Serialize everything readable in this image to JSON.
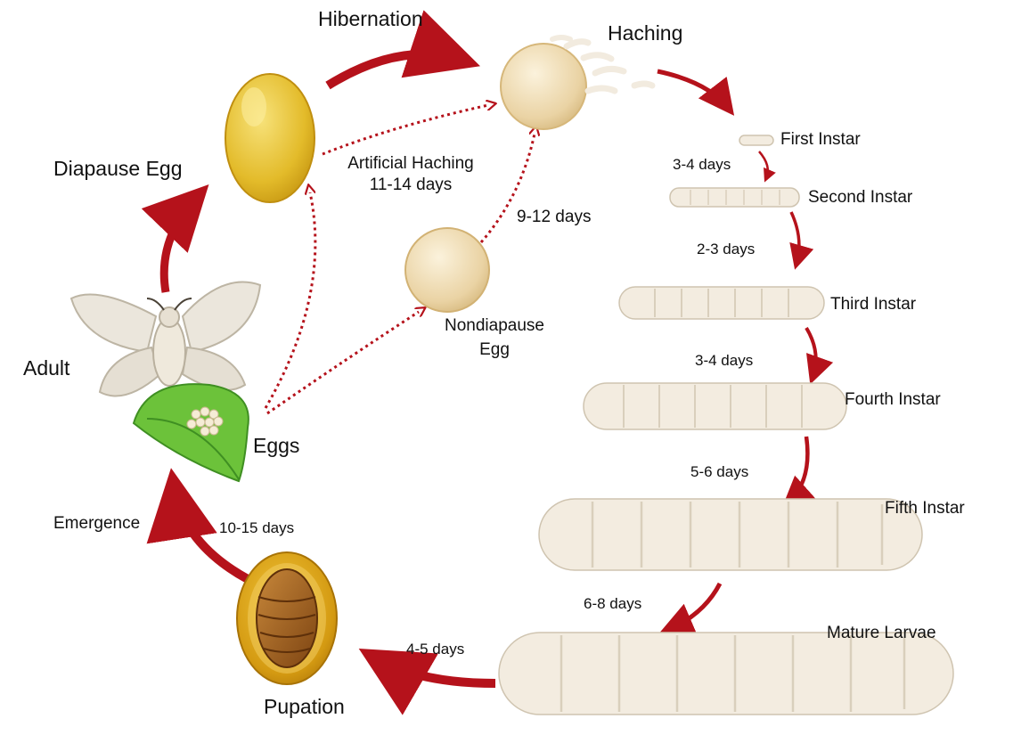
{
  "labels": {
    "hibernation": "Hibernation",
    "hatching": "Haching",
    "diapause_egg": "Diapause Egg",
    "artificial_hatching": "Artificial Haching",
    "artificial_days": "11-14 days",
    "nondiapause_egg_line1": "Nondiapause",
    "nondiapause_egg_line2": "Egg",
    "nondiapause_days": "9-12 days",
    "adult": "Adult",
    "eggs": "Eggs",
    "emergence": "Emergence",
    "emergence_days": "10-15 days",
    "pupation": "Pupation",
    "pupation_days": "4-5 days"
  },
  "instars": [
    {
      "name": "First Instar",
      "days_after": "3-4 days"
    },
    {
      "name": "Second Instar",
      "days_after": "2-3 days"
    },
    {
      "name": "Third Instar",
      "days_after": "3-4 days"
    },
    {
      "name": "Fourth Instar",
      "days_after": "5-6 days"
    },
    {
      "name": "Fifth Instar",
      "days_after": "6-8 days"
    },
    {
      "name": "Mature Larvae",
      "days_after": ""
    }
  ],
  "colors": {
    "arrow": "#b5121b",
    "diapause_egg": "#e6c12e",
    "nondiapause_egg": "#eedcb5",
    "leaf": "#6cc23a",
    "larva": "#f3ece0",
    "cocoon": "#d9a21a",
    "pupa": "#9a5a1c"
  }
}
